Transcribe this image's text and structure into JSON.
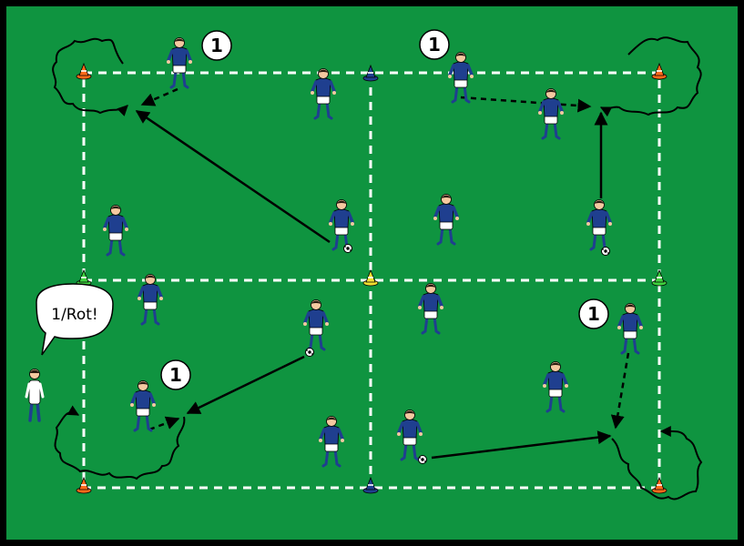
{
  "colors": {
    "field": "#0f9440",
    "border": "#000000",
    "lines": "#ffffff",
    "shirt": "#1f3f8f",
    "shorts": "#ffffff",
    "skin": "#f5c9a0",
    "cone_orange": "#ff6a1a",
    "cone_blue": "#1f3f8f",
    "cone_green": "#3fd23f",
    "cone_yellow": "#f0e030",
    "arrow": "#000000"
  },
  "badges": [
    {
      "label": "1"
    },
    {
      "label": "1"
    },
    {
      "label": "1"
    },
    {
      "label": "1"
    }
  ],
  "coach": {
    "speech": "1/Rot!"
  },
  "icons": [
    "player-icon",
    "ball-icon",
    "cone-icon",
    "coach-icon"
  ]
}
